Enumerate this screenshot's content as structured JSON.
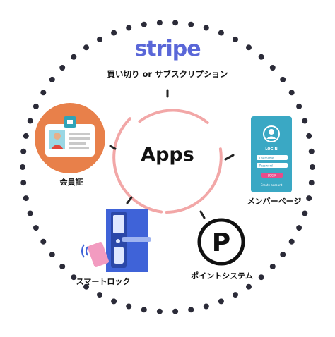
{
  "center": {
    "label": "Apps"
  },
  "stripe": {
    "logo": "stripe",
    "caption": "買い切り or サブスクリプション"
  },
  "nodes": {
    "member_card": {
      "label": "会員証",
      "icon": "id-card-icon"
    },
    "member_page": {
      "label": "メンバーページ",
      "icon": "login-phone-icon",
      "screen": {
        "title": "LOGIN",
        "username_placeholder": "Username",
        "password_placeholder": "Password",
        "button": "LOGIN",
        "footer": "Create account"
      }
    },
    "smart_lock": {
      "label": "スマートロック",
      "icon": "smart-lock-icon"
    },
    "points": {
      "label": "ポイントシステム",
      "icon": "p-coin-icon",
      "glyph": "P"
    }
  },
  "colors": {
    "stripe": "#5a67d8",
    "center_ring": "#f2a7a7",
    "dots": "#2b2b38",
    "id_card_bg": "#e8804a",
    "lock_blue": "#3f63d8",
    "phone_teal": "#42b6cf"
  }
}
